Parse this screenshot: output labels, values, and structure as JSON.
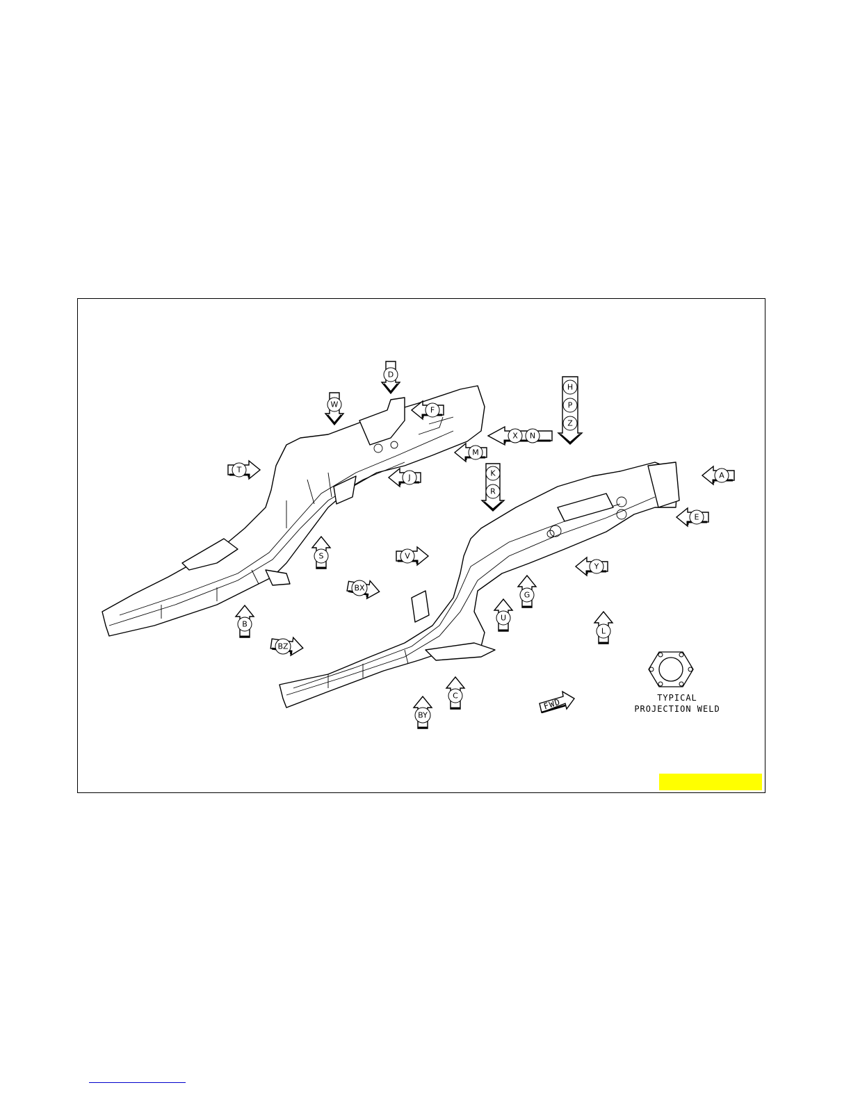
{
  "diagram": {
    "labels": {
      "D": "D",
      "W": "W",
      "F": "F",
      "H": "H",
      "P": "P",
      "Z": "Z",
      "X": "X",
      "N": "N",
      "M": "M",
      "T": "T",
      "J": "J",
      "K": "K",
      "R": "R",
      "A": "A",
      "E": "E",
      "S": "S",
      "V": "V",
      "Y": "Y",
      "BX": "BX",
      "G": "G",
      "U": "U",
      "B": "B",
      "L": "L",
      "BZ": "BZ",
      "C": "C",
      "BY": "BY"
    },
    "fwd_label": "FWD",
    "typical_caption_line1": "TYPICAL",
    "typical_caption_line2": "PROJECTION WELD"
  },
  "colors": {
    "highlight": "#ffff00",
    "link_underline": "#0000cc",
    "ink": "#000000"
  }
}
